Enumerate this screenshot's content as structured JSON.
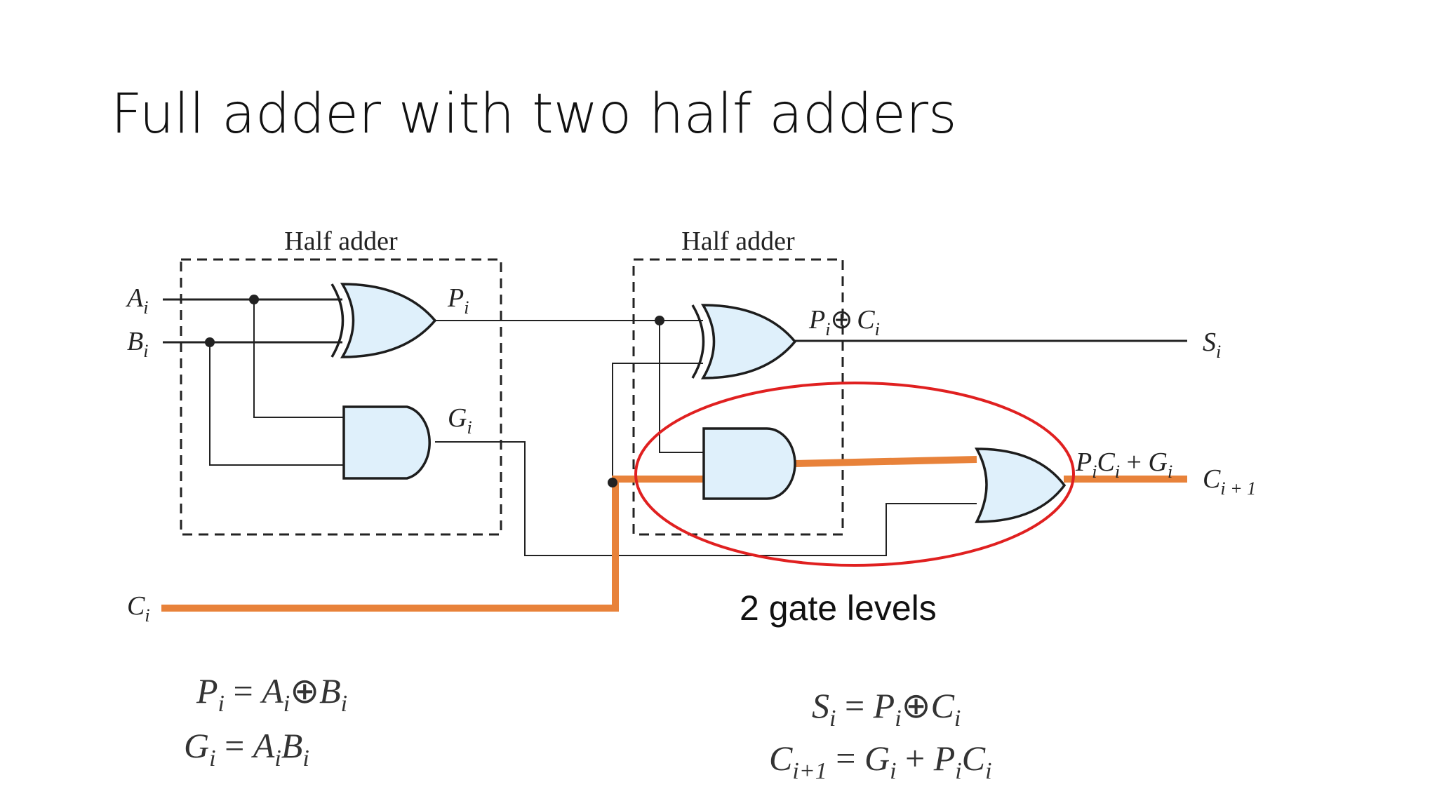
{
  "slide": {
    "title": "Full adder with two half adders"
  },
  "diagram": {
    "half_adder_left_label": "Half adder",
    "half_adder_right_label": "Half adder",
    "inputs": {
      "a": {
        "base": "A",
        "sub": "i"
      },
      "b": {
        "base": "B",
        "sub": "i"
      },
      "c": {
        "base": "C",
        "sub": "i"
      }
    },
    "signals": {
      "p": {
        "base": "P",
        "sub": "i"
      },
      "g": {
        "base": "G",
        "sub": "i"
      },
      "p_xor_c": {
        "p": "P",
        "p_sub": "i",
        "op": "⊕",
        "c": "C",
        "c_sub": "i"
      },
      "pc_plus_g": {
        "p": "P",
        "p_sub": "i",
        "c": "C",
        "c_sub": "i",
        "op": " + ",
        "g": "G",
        "g_sub": "i"
      }
    },
    "outputs": {
      "s": {
        "base": "S",
        "sub": "i"
      },
      "cout": {
        "base": "C",
        "sub": "i + 1"
      }
    },
    "annotation": "2 gate levels",
    "colors": {
      "highlight": "#e8823a",
      "circle": "#e02020",
      "gate_fill": "#dff0fb"
    }
  },
  "equations": {
    "left": [
      {
        "lhs": "P",
        "lhs_sub": "i",
        "eq": " = ",
        "t1": "A",
        "t1_sub": "i",
        "op": "⊕",
        "t2": "B",
        "t2_sub": "i"
      },
      {
        "lhs": "G",
        "lhs_sub": "i",
        "eq": " = ",
        "t1": "A",
        "t1_sub": "i",
        "t2": "B",
        "t2_sub": "i"
      }
    ],
    "right": [
      {
        "lhs": "S",
        "lhs_sub": "i",
        "eq": " = ",
        "t1": "P",
        "t1_sub": "i",
        "op": "⊕",
        "t2": "C",
        "t2_sub": "i"
      },
      {
        "lhs": "C",
        "lhs_sub": "i+1",
        "eq": " = ",
        "t1": "G",
        "t1_sub": "i",
        "op": " + ",
        "t2": "P",
        "t2_sub": "i",
        "t3": "C",
        "t3_sub": "i"
      }
    ]
  }
}
